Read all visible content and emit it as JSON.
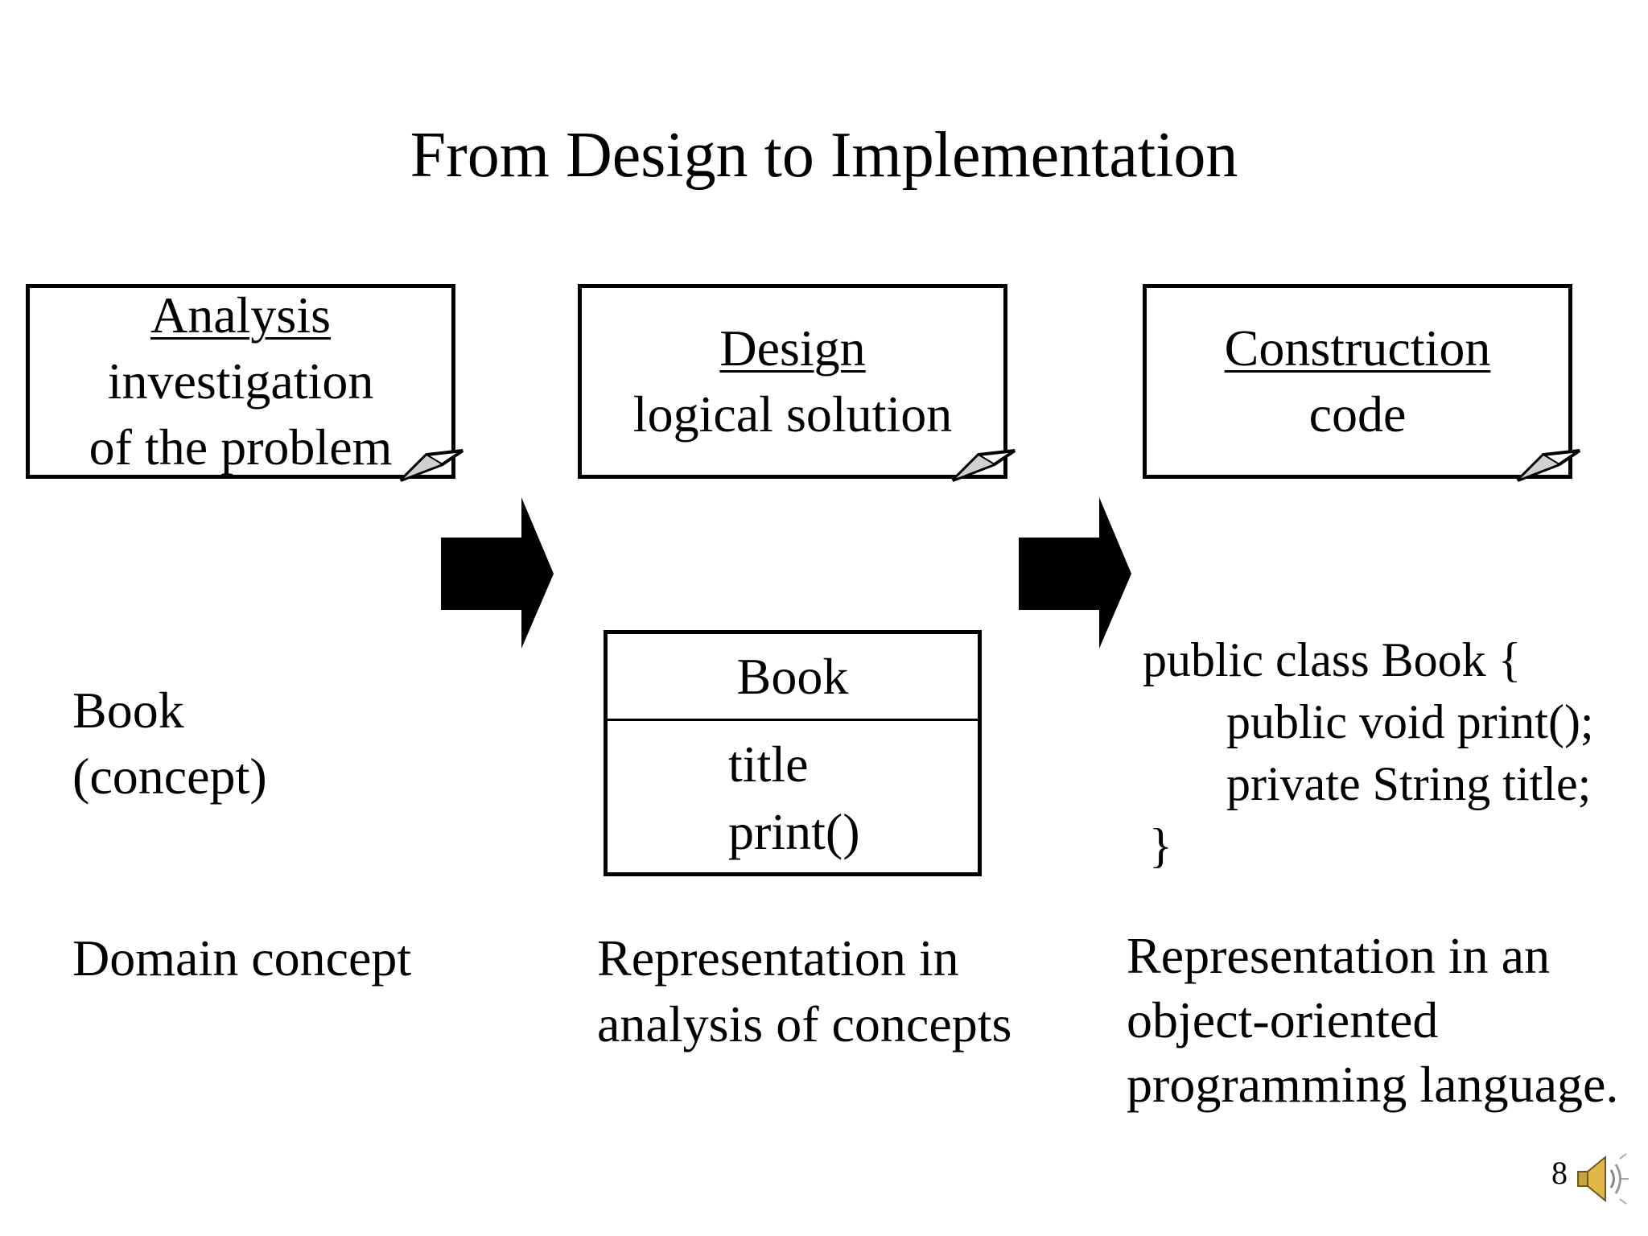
{
  "title": "From Design to Implementation",
  "phases": [
    {
      "heading": "Analysis",
      "line1": "investigation",
      "line2": "of the problem"
    },
    {
      "heading": "Design",
      "line1": "logical solution"
    },
    {
      "heading": "Construction",
      "line1": "code"
    }
  ],
  "analysis_example": {
    "line1": "Book",
    "line2": "(concept)"
  },
  "uml_class": {
    "name": "Book",
    "members": [
      "title",
      "print()"
    ]
  },
  "code_example": {
    "lines": [
      "public class Book {",
      "public void print();",
      "private String title;",
      "}"
    ]
  },
  "captions": {
    "analysis": "Domain concept",
    "design": [
      "Representation in",
      "analysis of concepts"
    ],
    "construction": [
      "Representation in an",
      "object-oriented",
      "programming language."
    ]
  },
  "page_number": "8"
}
